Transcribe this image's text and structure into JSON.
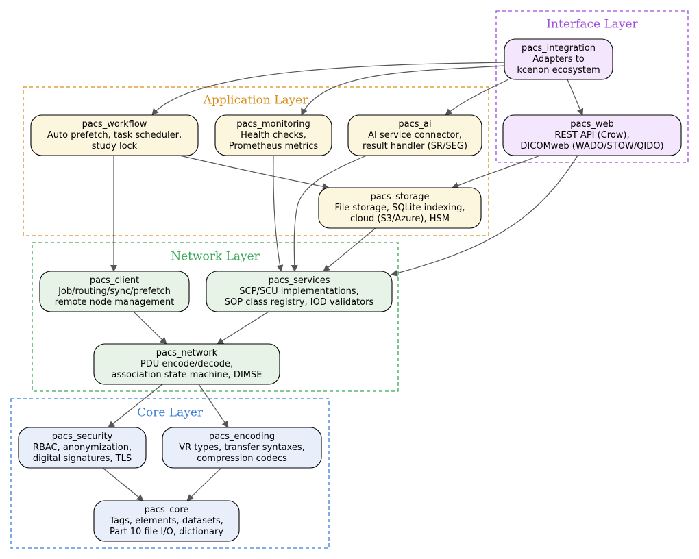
{
  "clusters": [
    {
      "id": "interface",
      "label": "Interface Layer",
      "color": "#9b4dde"
    },
    {
      "id": "application",
      "label": "Application Layer",
      "color": "#d98c1a"
    },
    {
      "id": "network",
      "label": "Network Layer",
      "color": "#3aa657"
    },
    {
      "id": "core",
      "label": "Core Layer",
      "color": "#3b7dd8"
    }
  ],
  "node_colors": {
    "interface": "#f3e6fd",
    "application": "#fdf6df",
    "network": "#e7f3e7",
    "core": "#e8effb"
  },
  "nodes": [
    {
      "id": "pacs_integration",
      "layer": "interface",
      "lines": [
        "pacs_integration",
        "Adapters to",
        "kcenon ecosystem"
      ]
    },
    {
      "id": "pacs_web",
      "layer": "interface",
      "lines": [
        "pacs_web",
        "REST API (Crow),",
        "DICOMweb (WADO/STOW/QIDO)"
      ]
    },
    {
      "id": "pacs_workflow",
      "layer": "application",
      "lines": [
        "pacs_workflow",
        "Auto prefetch, task scheduler,",
        "study lock"
      ]
    },
    {
      "id": "pacs_monitoring",
      "layer": "application",
      "lines": [
        "pacs_monitoring",
        "Health checks,",
        "Prometheus metrics"
      ]
    },
    {
      "id": "pacs_ai",
      "layer": "application",
      "lines": [
        "pacs_ai",
        "AI service connector,",
        "result handler (SR/SEG)"
      ]
    },
    {
      "id": "pacs_storage",
      "layer": "application",
      "lines": [
        "pacs_storage",
        "File storage, SQLite indexing,",
        "cloud (S3/Azure), HSM"
      ]
    },
    {
      "id": "pacs_client",
      "layer": "network",
      "lines": [
        "pacs_client",
        "Job/routing/sync/prefetch",
        "remote node management"
      ]
    },
    {
      "id": "pacs_services",
      "layer": "network",
      "lines": [
        "pacs_services",
        "SCP/SCU implementations,",
        "SOP class registry, IOD validators"
      ]
    },
    {
      "id": "pacs_network",
      "layer": "network",
      "lines": [
        "pacs_network",
        "PDU encode/decode,",
        "association state machine, DIMSE"
      ]
    },
    {
      "id": "pacs_security",
      "layer": "core",
      "lines": [
        "pacs_security",
        "RBAC, anonymization,",
        "digital signatures, TLS"
      ]
    },
    {
      "id": "pacs_encoding",
      "layer": "core",
      "lines": [
        "pacs_encoding",
        "VR types, transfer syntaxes,",
        "compression codecs"
      ]
    },
    {
      "id": "pacs_core",
      "layer": "core",
      "lines": [
        "pacs_core",
        "Tags, elements, datasets,",
        "Part 10 file I/O, dictionary"
      ]
    }
  ],
  "edges": [
    {
      "from": "pacs_integration",
      "to": "pacs_workflow"
    },
    {
      "from": "pacs_integration",
      "to": "pacs_monitoring"
    },
    {
      "from": "pacs_integration",
      "to": "pacs_ai"
    },
    {
      "from": "pacs_integration",
      "to": "pacs_web"
    },
    {
      "from": "pacs_web",
      "to": "pacs_storage"
    },
    {
      "from": "pacs_web",
      "to": "pacs_services"
    },
    {
      "from": "pacs_workflow",
      "to": "pacs_storage"
    },
    {
      "from": "pacs_workflow",
      "to": "pacs_client"
    },
    {
      "from": "pacs_monitoring",
      "to": "pacs_services"
    },
    {
      "from": "pacs_ai",
      "to": "pacs_services"
    },
    {
      "from": "pacs_storage",
      "to": "pacs_services"
    },
    {
      "from": "pacs_client",
      "to": "pacs_network"
    },
    {
      "from": "pacs_services",
      "to": "pacs_network"
    },
    {
      "from": "pacs_network",
      "to": "pacs_security"
    },
    {
      "from": "pacs_network",
      "to": "pacs_encoding"
    },
    {
      "from": "pacs_security",
      "to": "pacs_core"
    },
    {
      "from": "pacs_encoding",
      "to": "pacs_core"
    }
  ],
  "edge_color": "#555555"
}
